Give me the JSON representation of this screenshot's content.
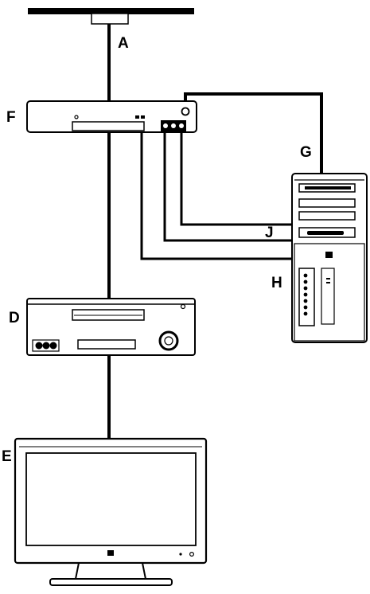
{
  "labels": {
    "a": "A",
    "d": "D",
    "e": "E",
    "f": "F",
    "g": "G",
    "h": "H",
    "j": "J"
  },
  "colors": {
    "line": "#000000",
    "background": "#ffffff",
    "device_fill": "#ffffff"
  },
  "icons": {
    "hp_logo": "hp-logo-icon"
  }
}
